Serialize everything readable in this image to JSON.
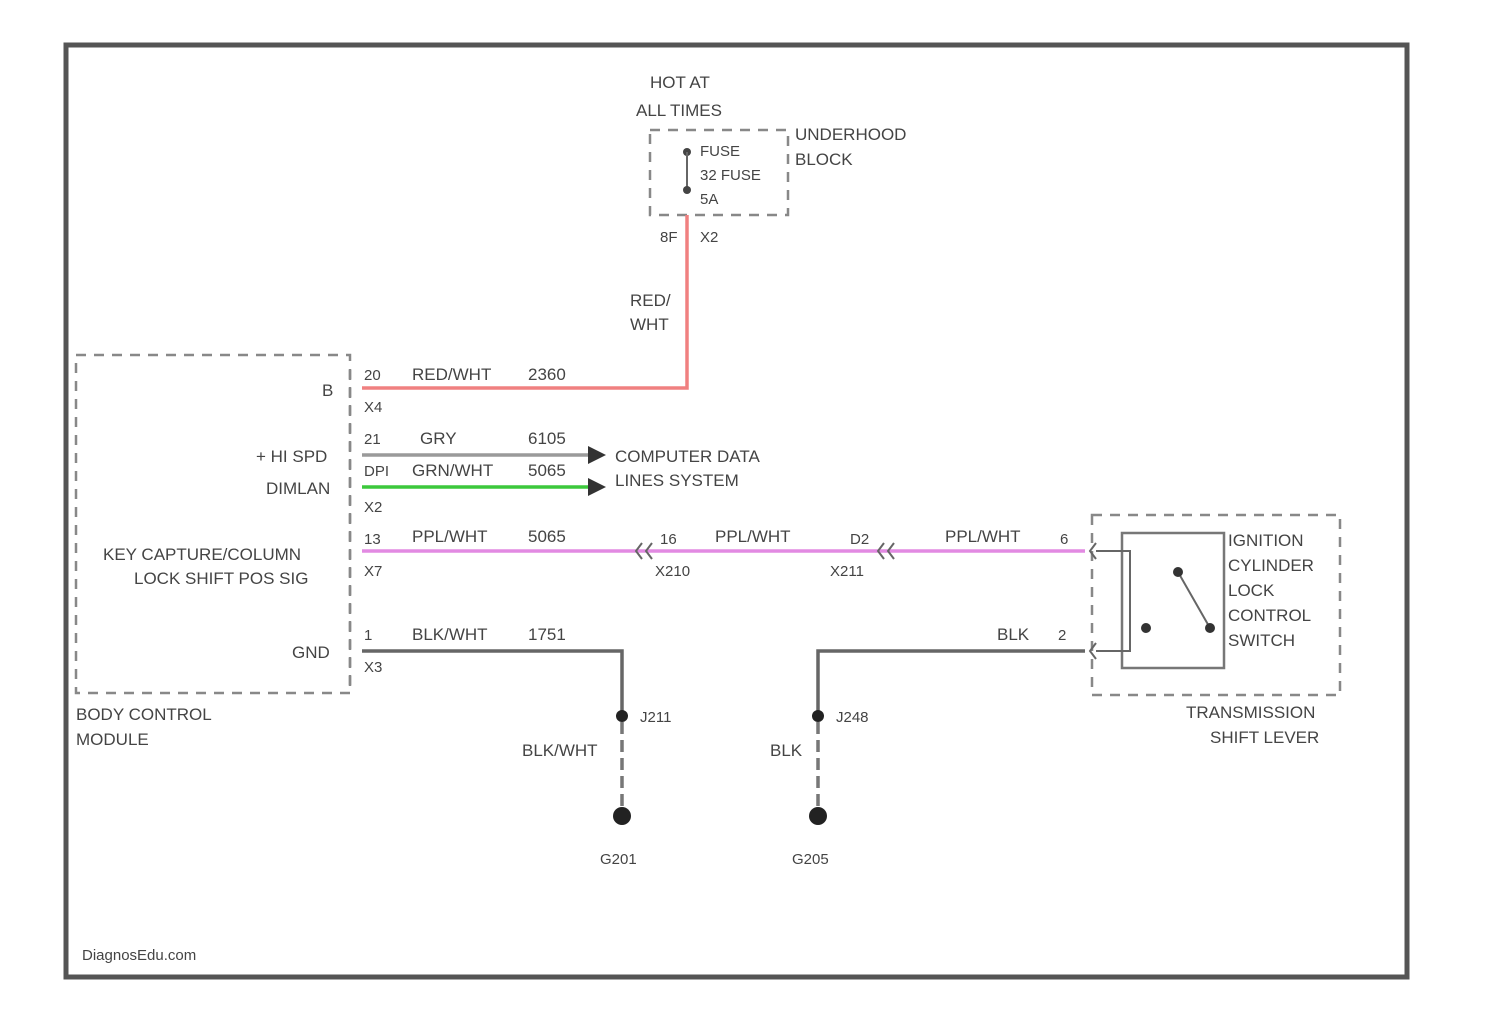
{
  "colors": {
    "red_wht": "#f08080",
    "gry": "#9a9a9a",
    "grn": "#3cc83c",
    "ppl_wht": "#e28ae2",
    "blk": "#666666",
    "frame": "#555555"
  },
  "power": {
    "hot_line1": "HOT AT",
    "hot_line2": "ALL TIMES",
    "block_line1": "UNDERHOOD",
    "block_line2": "BLOCK",
    "fuse_line1": "FUSE",
    "fuse_line2": "32 FUSE",
    "fuse_line3": "5A",
    "connector_left": "8F",
    "connector_right": "X2",
    "wire_line1": "RED/",
    "wire_line2": "WHT"
  },
  "bcm": {
    "name_line1": "BODY CONTROL",
    "name_line2": "MODULE",
    "pin_b": "B",
    "pin_b_num": "20",
    "pin_b_conn": "X4",
    "can_hi": "+ HI SPD",
    "can_lo": "DIMLAN",
    "can_pin1": "21",
    "can_pin2": "DPI",
    "can_conn": "X2",
    "kcl_line1": "KEY CAPTURE/COLUMN",
    "kcl_line2": "LOCK SHIFT POS SIG",
    "kcl_pin": "13",
    "kcl_conn": "X7",
    "gnd": "GND",
    "gnd_pin": "1",
    "gnd_conn": "X3"
  },
  "wires": {
    "red_label": "RED/WHT",
    "red_circuit": "2360",
    "gry_label": "GRY",
    "gry_circuit": "6105",
    "grn_label": "GRN/WHT",
    "grn_circuit": "5065",
    "ppl1_label": "PPL/WHT",
    "ppl1_circuit": "5065",
    "ppl2_label": "PPL/WHT",
    "ppl3_label": "PPL/WHT",
    "blk_wht_label": "BLK/WHT",
    "blk_wht_circuit": "1751",
    "blk_label": "BLK",
    "blk_pin": "2"
  },
  "connectors": {
    "c1_pin": "16",
    "c1_name": "X210",
    "c2_pin": "D2",
    "c2_name": "X211",
    "switch_pin": "6"
  },
  "cdl": {
    "line1": "COMPUTER DATA",
    "line2": "LINES SYSTEM"
  },
  "switch": {
    "line1": "IGNITION",
    "line2": "CYLINDER",
    "line3": "LOCK",
    "line4": "CONTROL",
    "line5": "SWITCH",
    "assembly_line1": "TRANSMISSION",
    "assembly_line2": "SHIFT LEVER"
  },
  "grounds": {
    "splice1": "J211",
    "splice1_wire": "BLK/WHT",
    "ground1": "G201",
    "splice2": "J248",
    "splice2_wire": "BLK",
    "ground2": "G205"
  },
  "footer": {
    "watermark": "DiagnosEdu.com"
  }
}
